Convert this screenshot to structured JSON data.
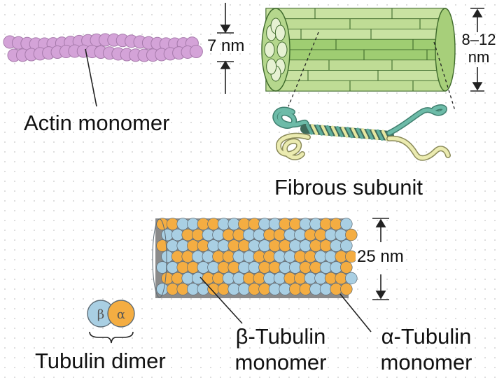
{
  "labels": {
    "actin_width": "7 nm",
    "actin_monomer": "Actin monomer",
    "fibrous_width_line1": "8–12",
    "fibrous_width_line2": "nm",
    "fibrous_subunit": "Fibrous subunit",
    "microtubule_width": "25 nm",
    "beta_symbol": "β",
    "alpha_symbol": "α",
    "tubulin_dimer": "Tubulin dimer",
    "beta_tubulin_line1": "β-Tubulin",
    "beta_tubulin_line2": "monomer",
    "alpha_tubulin_line1": "α-Tubulin",
    "alpha_tubulin_line2": "monomer"
  },
  "colors": {
    "actin_bead": "#d4a3d8",
    "actin_bead_edge": "#a67aab",
    "fiber_light": "#c9e2a2",
    "fiber_mid": "#9fcd72",
    "fiber_dark": "#6f9e49",
    "alpha_tubulin": "#f4ad42",
    "beta_tubulin": "#a9cfe3",
    "tubulin_edge": "#5c6a74",
    "coil_teal": "#5fae9c",
    "coil_cream": "#e6e6a0",
    "line": "#222222"
  }
}
